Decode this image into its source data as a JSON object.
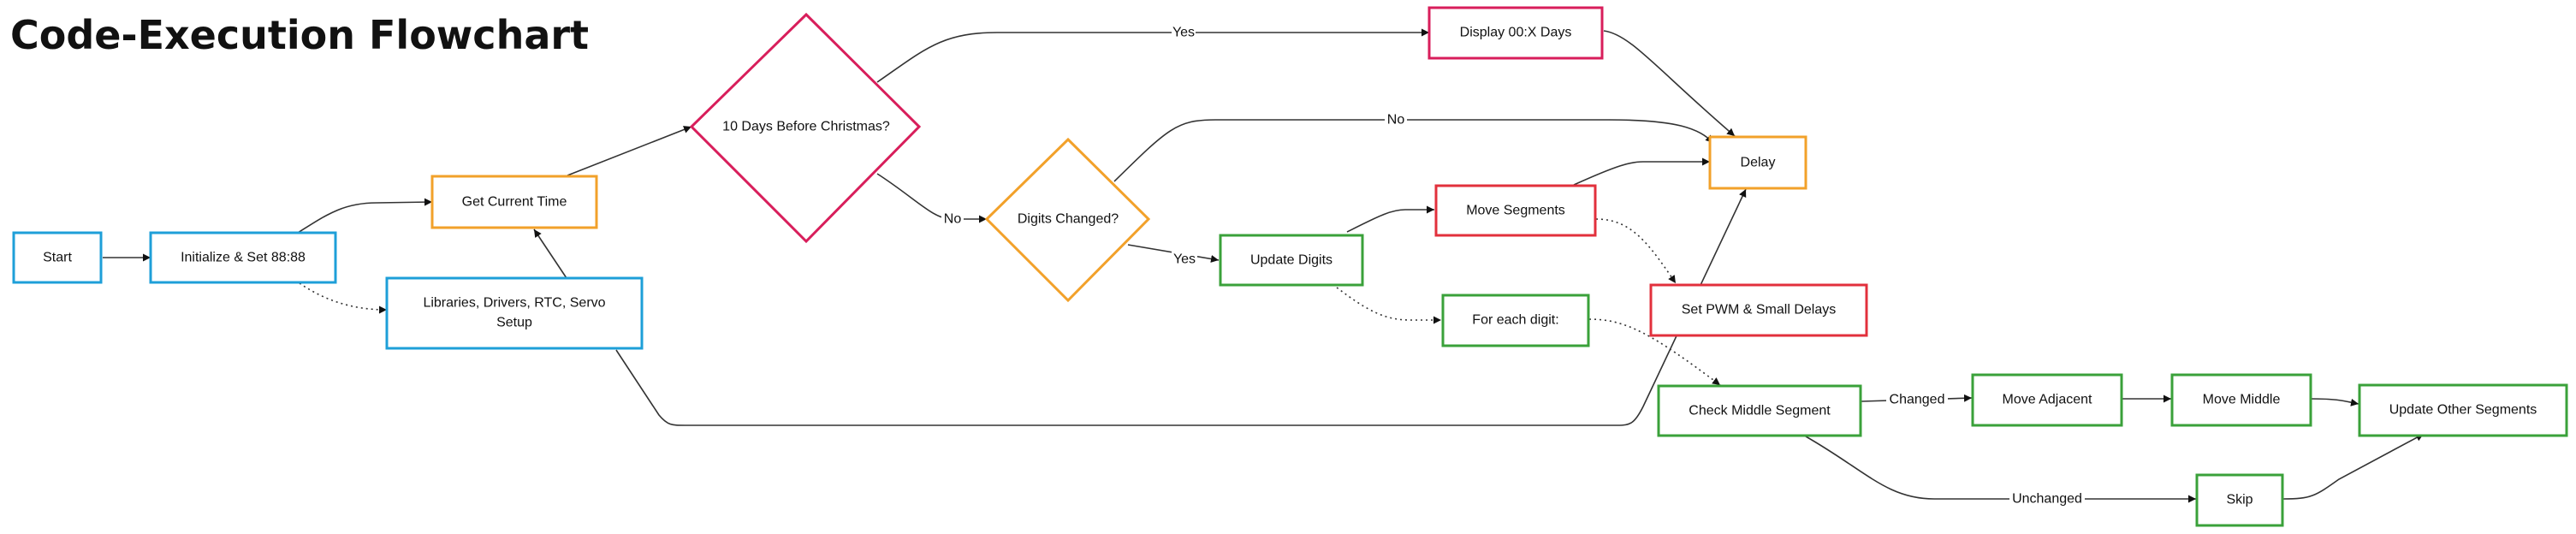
{
  "title": "Code-Execution Flowchart",
  "colors": {
    "blue": "#1e9fd8",
    "orange": "#f2a12a",
    "pink": "#d81e5b",
    "red": "#e2303c",
    "green": "#3aa13a",
    "edge": "#333333"
  },
  "nodes": {
    "start": "Start",
    "init": "Initialize & Set 88:88",
    "libs_line1": "Libraries, Drivers, RTC, Servo",
    "libs_line2": "Setup",
    "get_time": "Get Current Time",
    "ten_days": "10 Days Before Christmas?",
    "display": "Display 00:X Days",
    "digits_changed": "Digits Changed?",
    "delay": "Delay",
    "move_segments": "Move Segments",
    "update_digits": "Update Digits",
    "pwm": "Set PWM & Small Delays",
    "for_each": "For each digit:",
    "check_middle": "Check Middle Segment",
    "move_adjacent": "Move Adjacent",
    "move_middle": "Move Middle",
    "update_other": "Update Other Segments",
    "skip": "Skip"
  },
  "edge_labels": {
    "yes_display": "Yes",
    "no_delay": "No",
    "no_digits": "No",
    "yes_update": "Yes",
    "changed": "Changed",
    "unchanged": "Unchanged"
  }
}
